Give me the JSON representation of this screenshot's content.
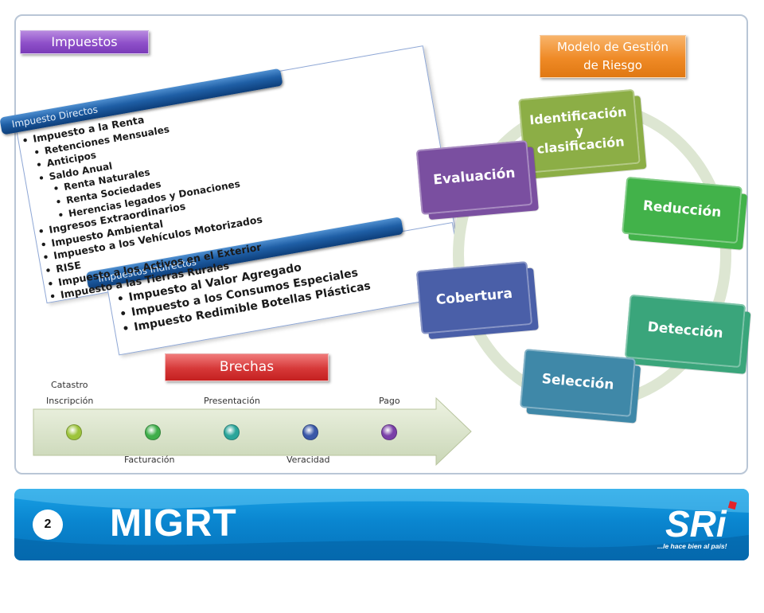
{
  "labels": {
    "impuestos": "Impuestos",
    "modelo_line1": "Modelo de Gestión",
    "modelo_line2": "de Riesgo",
    "brechas": "Brechas"
  },
  "impuestos_directos": {
    "title": "Impuesto Directos",
    "items": [
      {
        "text": "Impuesto a la Renta",
        "level": 1
      },
      {
        "text": "Retenciones Mensuales",
        "level": 2
      },
      {
        "text": "Anticipos",
        "level": 2
      },
      {
        "text": "Saldo Anual",
        "level": 2
      },
      {
        "text": "Renta Naturales",
        "level": 3
      },
      {
        "text": "Renta Sociedades",
        "level": 3
      },
      {
        "text": "Herencias legados y Donaciones",
        "level": 3
      },
      {
        "text": "Ingresos Extraordinarios",
        "level": 1
      },
      {
        "text": "Impuesto Ambiental",
        "level": 1
      },
      {
        "text": "Impuesto a los Vehículos Motorizados",
        "level": 1
      },
      {
        "text": "RISE",
        "level": 1
      },
      {
        "text": "Impuesto a los Activos en el Exterior",
        "level": 1
      },
      {
        "text": "Impuesto a las Tierras Rurales",
        "level": 1
      }
    ]
  },
  "impuestos_indirectos": {
    "title": "Impuestos Indirectos",
    "items": [
      "Impuesto al Valor Agregado",
      "Impuesto a los Consumos Especiales",
      "Impuesto Redimible Botellas Plásticas"
    ]
  },
  "cycle": {
    "steps": [
      {
        "id": "identificacion",
        "lines": [
          "Identificación",
          "y",
          "clasificación"
        ],
        "color": "#8cae46"
      },
      {
        "id": "reduccion",
        "lines": [
          "Reducción"
        ],
        "color": "#42b24a"
      },
      {
        "id": "deteccion",
        "lines": [
          "Detección"
        ],
        "color": "#3aa57b"
      },
      {
        "id": "seleccion",
        "lines": [
          "Selección"
        ],
        "color": "#3f88a8"
      },
      {
        "id": "cobertura",
        "lines": [
          "Cobertura"
        ],
        "color": "#4a5fa8"
      },
      {
        "id": "evaluacion",
        "lines": [
          "Evaluación"
        ],
        "color": "#7a4fa0"
      }
    ]
  },
  "timeline": {
    "top_labels": [
      "Catastro",
      "Inscripción",
      "Presentación",
      "Pago"
    ],
    "bottom_labels": [
      "Facturación",
      "Veracidad"
    ],
    "dot_colors": [
      "#9dc43c",
      "#3fae4a",
      "#2aa59a",
      "#3a58a8",
      "#7a3fa8"
    ]
  },
  "footer": {
    "page_number": "2",
    "title": "MIGRT",
    "logo_text": "SRi",
    "tagline": "...le hace bien al país!"
  }
}
